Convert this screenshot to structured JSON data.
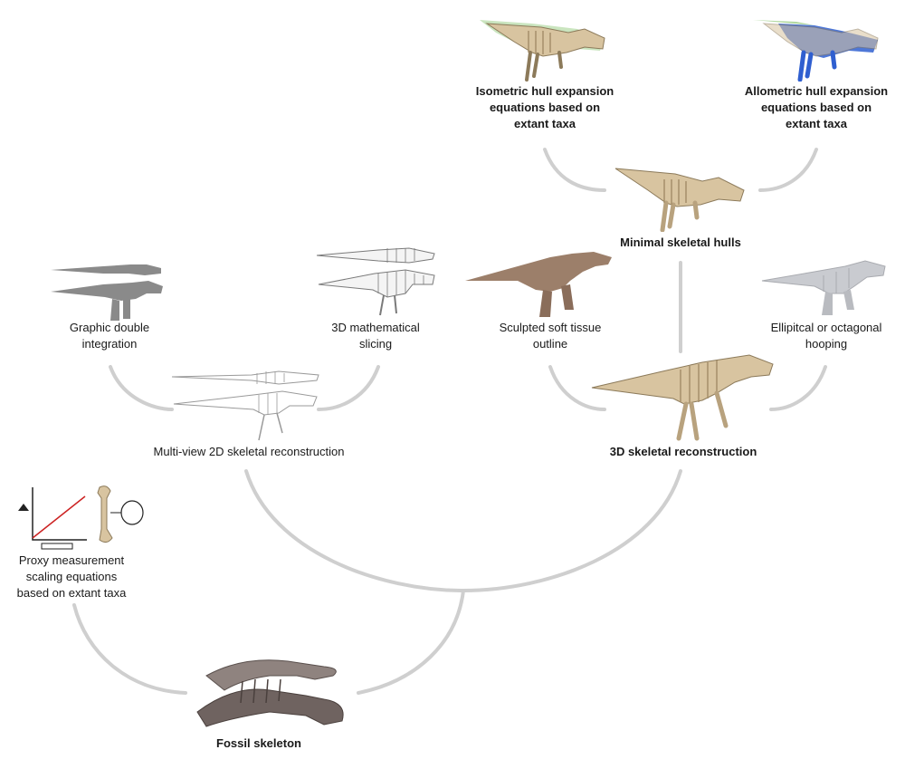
{
  "diagram": {
    "nodes": {
      "isometric_hull": {
        "label": "Isometric hull expansion\nequations based on\nextant taxa",
        "bold": true
      },
      "allometric_hull": {
        "label": "Allometric hull expansion\nequations based on\nextant taxa",
        "bold": true
      },
      "minimal_hulls": {
        "label": "Minimal skeletal hulls",
        "bold": true
      },
      "graphic_double": {
        "label": "Graphic double\nintegration",
        "bold": false
      },
      "math_slicing": {
        "label": "3D mathematical\nslicing",
        "bold": false
      },
      "sculpted": {
        "label": "Sculpted soft tissue\noutline",
        "bold": false
      },
      "hooping": {
        "label": "Ellipitcal or octagonal\nhooping",
        "bold": false
      },
      "multiview": {
        "label": "Multi-view 2D skeletal reconstruction",
        "bold": false
      },
      "skeletal_3d": {
        "label": "3D skeletal reconstruction",
        "bold": true
      },
      "proxy": {
        "label": "Proxy measurement\nscaling equations\nbased on extant taxa",
        "bold": false
      },
      "fossil": {
        "label": "Fossil skeleton",
        "bold": true
      }
    },
    "colors": {
      "connector": "#cfcfcf",
      "bone": "#d8c4a0",
      "silhouette": "#8a8a8a",
      "soft_tissue": "#9c7f6a",
      "hoop_body": "#c9cbd0",
      "wireframe": "#7a7a7a",
      "hull_green": "#9fd08a",
      "hull_blue": "#2f5fd0",
      "scaling_line": "#cc2222",
      "fossil_rock": "#6f6360"
    },
    "icons": {
      "isometric_hull": "trex-skeleton-green-hull-icon",
      "allometric_hull": "trex-skeleton-blue-hull-icon",
      "minimal_hulls": "trex-skeleton-hull-icon",
      "graphic_double": "trex-silhouette-two-view-icon",
      "math_slicing": "trex-wireframe-slices-icon",
      "sculpted": "trex-soft-tissue-model-icon",
      "hooping": "trex-low-poly-hoop-icon",
      "multiview": "trex-multiview-skeleton-drawing-icon",
      "skeletal_3d": "trex-3d-skeleton-icon",
      "proxy": "femur-scaling-graph-icon",
      "fossil": "fossil-skeleton-icon"
    }
  }
}
